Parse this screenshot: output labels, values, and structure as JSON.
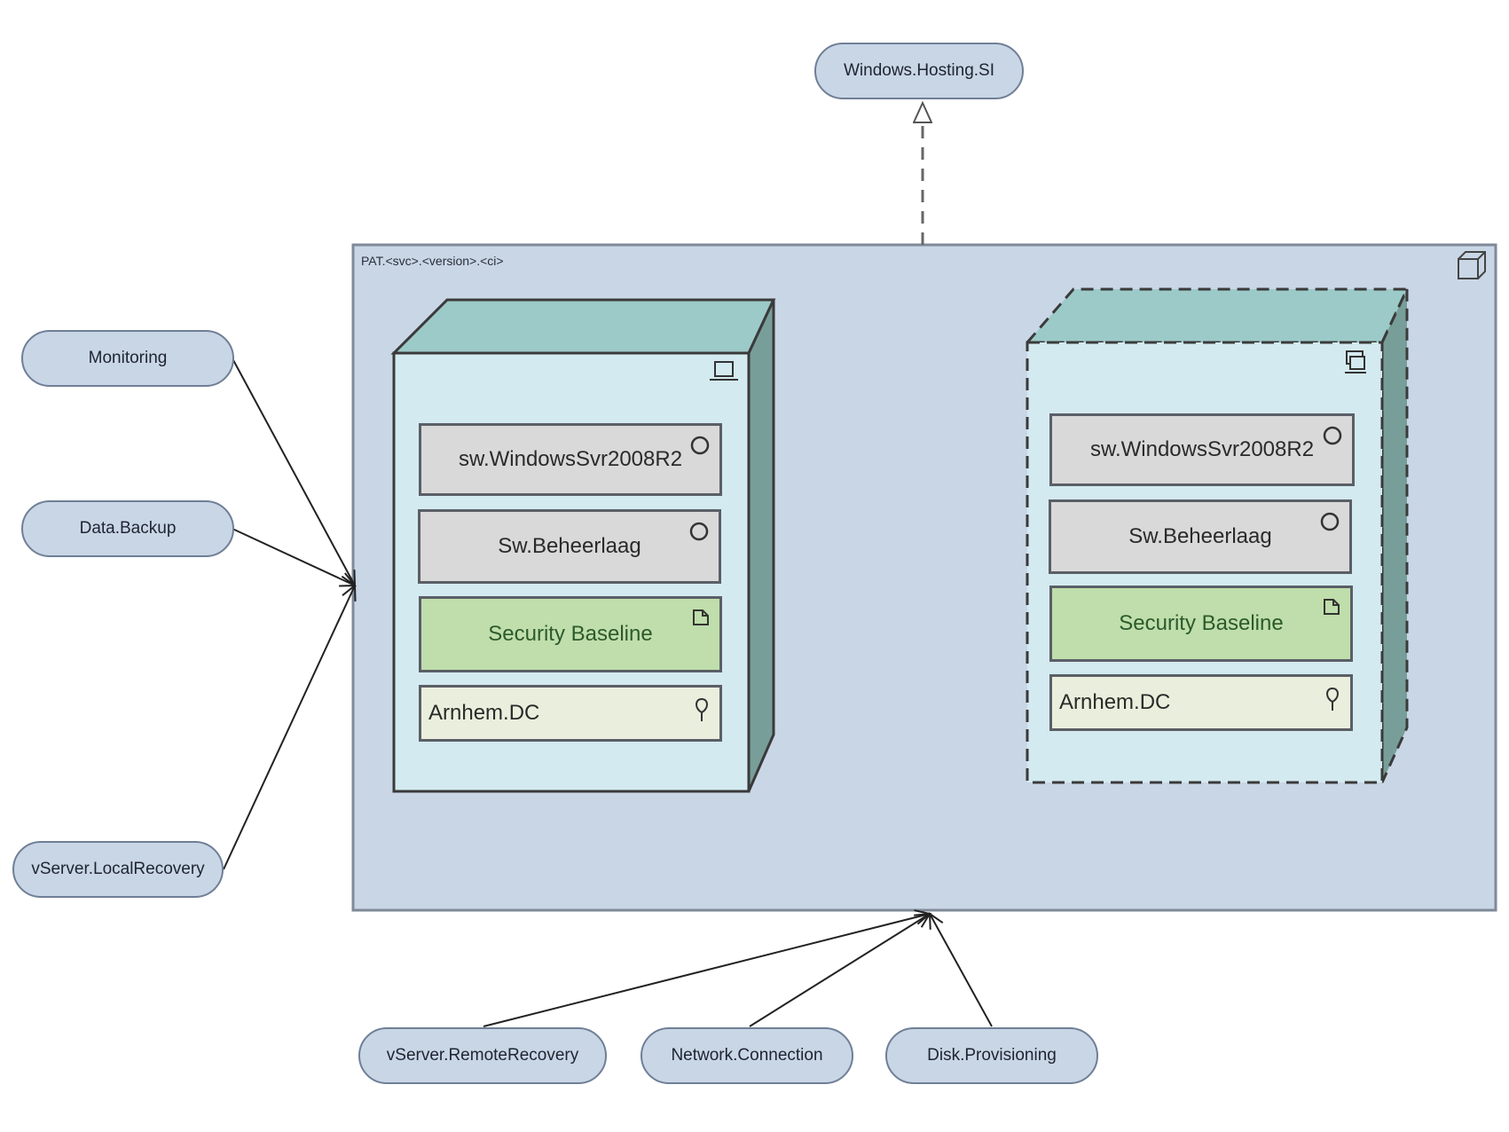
{
  "diagram": {
    "realized_service": "Windows.Hosting.SI",
    "frame_title": "PAT.<svc>.<version>.<ci>",
    "left_services": [
      "Monitoring",
      "Data.Backup",
      "vServer.LocalRecovery"
    ],
    "bottom_services": [
      "vServer.RemoteRecovery",
      "Network.Connection",
      "Disk.Provisioning"
    ],
    "nodes": [
      {
        "style": "solid",
        "type_icon": "laptop-icon",
        "components": [
          {
            "kind": "software",
            "label": "sw.WindowsSvr2008R2",
            "icon": "interface-icon"
          },
          {
            "kind": "software",
            "label": "Sw.Beheerlaag",
            "icon": "interface-icon"
          },
          {
            "kind": "artifact",
            "label": "Security Baseline",
            "icon": "artifact-icon"
          },
          {
            "kind": "location",
            "label": "Arnhem.DC",
            "icon": "location-pin-icon"
          }
        ]
      },
      {
        "style": "dashed",
        "type_icon": "device-icon",
        "components": [
          {
            "kind": "software",
            "label": "sw.WindowsSvr2008R2",
            "icon": "interface-icon"
          },
          {
            "kind": "software",
            "label": "Sw.Beheerlaag",
            "icon": "interface-icon"
          },
          {
            "kind": "artifact",
            "label": "Security Baseline",
            "icon": "artifact-icon"
          },
          {
            "kind": "location",
            "label": "Arnhem.DC",
            "icon": "location-pin-icon"
          }
        ]
      }
    ],
    "colors": {
      "frame_fill": "#c9d6e6",
      "node_front": "#d3eaf0",
      "node_top": "#9ccac8",
      "node_side": "#789e9a",
      "software": "#d9d9d9",
      "artifact": "#bfdeab",
      "location": "#eaefdd"
    }
  }
}
